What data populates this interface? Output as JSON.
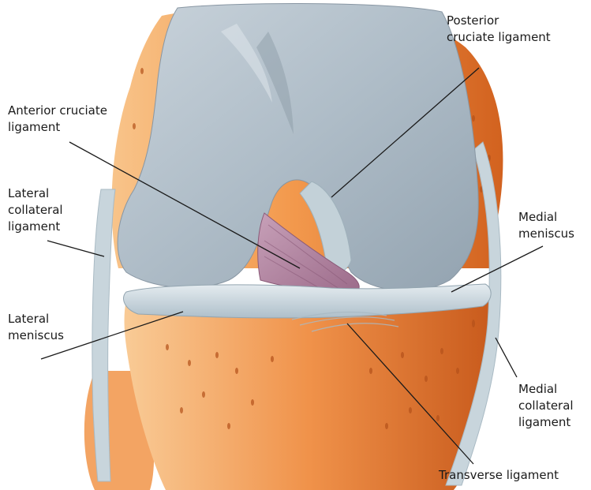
{
  "labels": {
    "posterior_cruciate": [
      "Posterior",
      "cruciate ligament"
    ],
    "anterior_cruciate": [
      "Anterior cruciate",
      "ligament"
    ],
    "lateral_collateral": [
      "Lateral",
      "collateral",
      "ligament"
    ],
    "medial_meniscus": [
      "Medial",
      "meniscus"
    ],
    "lateral_meniscus": [
      "Lateral",
      "meniscus"
    ],
    "medial_collateral": [
      "Medial",
      "collateral",
      "ligament"
    ],
    "transverse": [
      "Transverse ligament"
    ]
  },
  "colors": {
    "bone_light": "#f6b26b",
    "bone_dark": "#d96a2a",
    "cartilage": "#b9c6d0",
    "cartilage_highlight": "#dfe6eb",
    "ligament": "#c9d6dc",
    "acl": "#b98aa8",
    "leader_line": "#1a1a1a"
  }
}
